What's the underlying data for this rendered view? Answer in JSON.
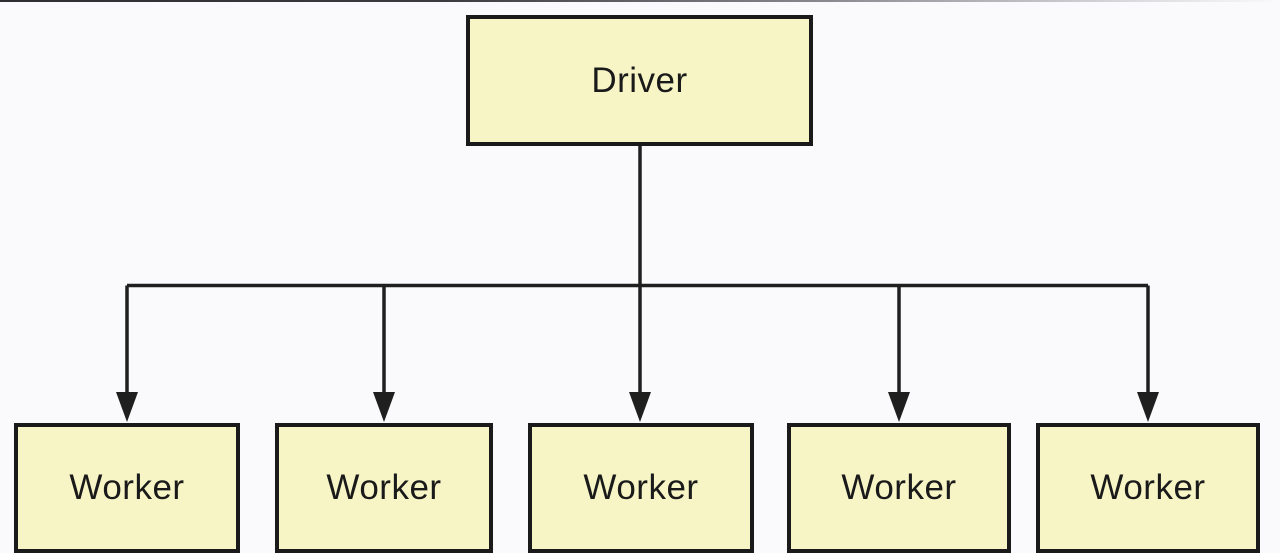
{
  "nodes": {
    "root": {
      "label": "Driver"
    },
    "children": [
      {
        "label": "Worker"
      },
      {
        "label": "Worker"
      },
      {
        "label": "Worker"
      },
      {
        "label": "Worker"
      },
      {
        "label": "Worker"
      }
    ]
  },
  "edges": [
    {
      "from": "Driver",
      "to": "Worker",
      "index": 1
    },
    {
      "from": "Driver",
      "to": "Worker",
      "index": 2
    },
    {
      "from": "Driver",
      "to": "Worker",
      "index": 3
    },
    {
      "from": "Driver",
      "to": "Worker",
      "index": 4
    },
    {
      "from": "Driver",
      "to": "Worker",
      "index": 5
    }
  ],
  "colors": {
    "background": "#fafafc",
    "node-fill": "#f7f5c5",
    "node-border": "#1a1a1a",
    "connector": "#1f1f1f",
    "text": "#1a1a1a"
  }
}
